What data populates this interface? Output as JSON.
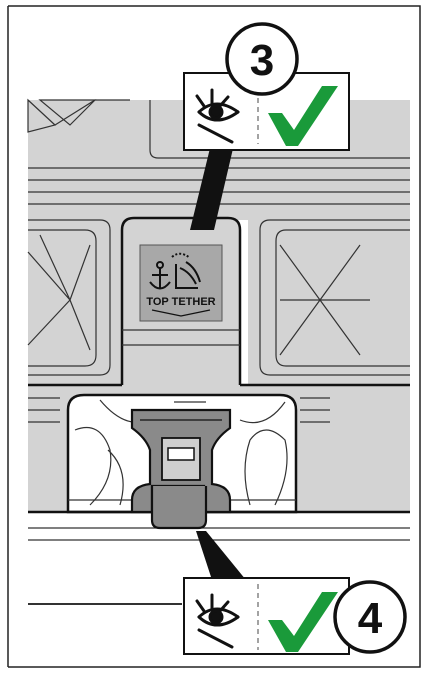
{
  "steps": [
    {
      "number": "3",
      "icon": "eye-icon",
      "result_icon": "checkmark-icon",
      "result_color": "#1a9a3a"
    },
    {
      "number": "4",
      "icon": "eye-icon",
      "result_icon": "checkmark-icon",
      "result_color": "#1a9a3a"
    }
  ],
  "tether_label": {
    "text": "TOP TETHER",
    "icon": "anchor-seat-icon"
  },
  "colors": {
    "seat_fill": "#d3d3d3",
    "outline": "#1a1a1a",
    "tether_plate": "#a8a8a8",
    "latch_fill": "#8a8a8a",
    "check": "#1a9a3a"
  }
}
